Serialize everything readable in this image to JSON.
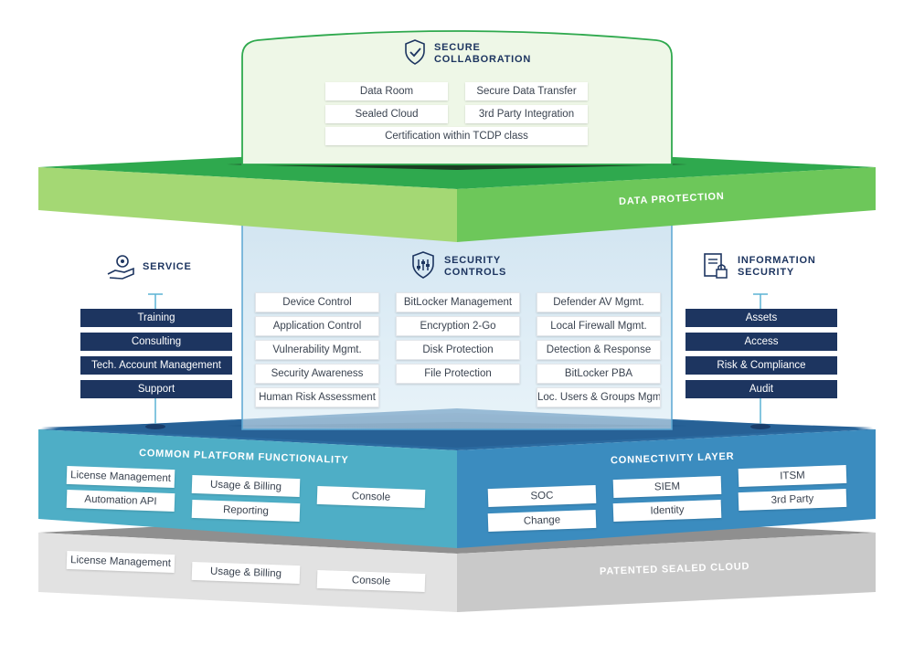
{
  "secure_collaboration": {
    "title_line1": "SECURE",
    "title_line2": "COLLABORATION",
    "icon": "handshake-shield-icon",
    "items": [
      "Data Room",
      "Secure Data Transfer",
      "Sealed Cloud",
      "3rd Party Integration",
      "Certification within TCDP class"
    ]
  },
  "data_protection": {
    "label": "DATA PROTECTION"
  },
  "service": {
    "title": "SERVICE",
    "icon": "hand-gear-icon",
    "items": [
      "Training",
      "Consulting",
      "Tech. Account Management",
      "Support"
    ]
  },
  "security_controls": {
    "title_line1": "SECURITY",
    "title_line2": "CONTROLS",
    "icon": "shield-sliders-icon",
    "col1": [
      "Device Control",
      "Application Control",
      "Vulnerability Mgmt.",
      "Security Awareness",
      "Human Risk Assessment"
    ],
    "col2": [
      "BitLocker Management",
      "Encryption 2-Go",
      "Disk Protection",
      "File Protection"
    ],
    "col3": [
      "Defender AV Mgmt.",
      "Local Firewall Mgmt.",
      "Detection & Response",
      "BitLocker PBA",
      "Loc. Users & Groups Mgmt."
    ]
  },
  "information_security": {
    "title_line1": "INFORMATION",
    "title_line2": "SECURITY",
    "icon": "document-lock-icon",
    "items": [
      "Assets",
      "Access",
      "Risk & Compliance",
      "Audit"
    ]
  },
  "common_platform": {
    "label": "COMMON PLATFORM FUNCTIONALITY",
    "items": [
      "License Management",
      "Automation API",
      "Usage & Billing",
      "Reporting",
      "Console"
    ]
  },
  "connectivity_layer": {
    "label": "CONNECTIVITY LAYER",
    "items": [
      "SOC",
      "Change",
      "SIEM",
      "Identity",
      "ITSM",
      "3rd Party"
    ]
  },
  "sealed_cloud": {
    "label": "PATENTED SEALED CLOUD",
    "items": [
      "License Management",
      "Usage & Billing",
      "Console"
    ]
  },
  "colors": {
    "green_dark": "#2fa94e",
    "green_light": "#9bd46f",
    "blue_dark": "#1d5f99",
    "blue_mid": "#3b8cbf",
    "teal": "#4fb0c6",
    "navy": "#1d3560",
    "gray": "#cfcfcf"
  }
}
